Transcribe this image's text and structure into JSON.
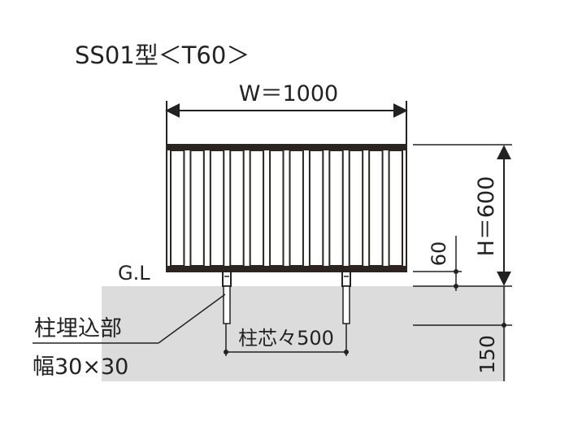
{
  "title": "SS01型＜T60＞",
  "dimensions": {
    "width_label": "W＝1000",
    "height_label": "H＝600",
    "gap_label": "60",
    "depth_label": "150",
    "post_pitch_label": "柱芯々500"
  },
  "labels": {
    "ground_line": "G.L",
    "embed_line1": "柱埋込部",
    "embed_line2": "幅30×30"
  },
  "fence": {
    "slat_count": 12
  },
  "colors": {
    "ground": "#dcdcdc",
    "fence_frame": "#2b2420",
    "line": "#222222"
  }
}
